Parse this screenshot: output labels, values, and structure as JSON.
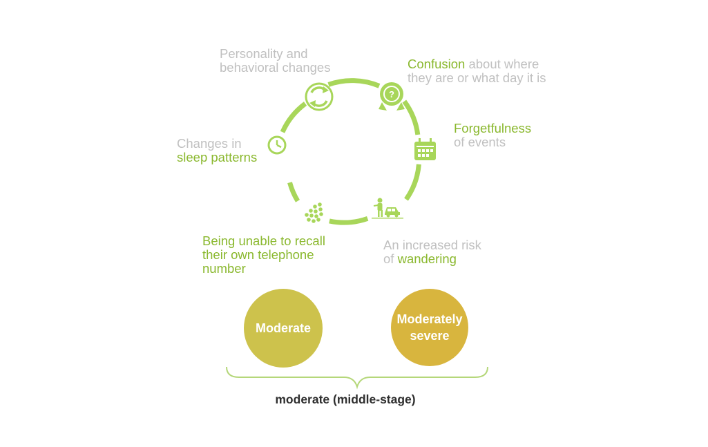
{
  "symptoms": {
    "personality": {
      "line1": "Personality and",
      "line2": "behavioral changes"
    },
    "confusion": {
      "highlight": "Confusion",
      "line1_rest": " about where",
      "line2": "they are or what day it is"
    },
    "forgetfulness": {
      "line1": "Forgetfulness",
      "line2": "of events"
    },
    "sleep": {
      "line1": "Changes in",
      "line2": "sleep patterns"
    },
    "telephone": {
      "line1": "Being unable to recall",
      "line2": "their own telephone",
      "line3": "number"
    },
    "wandering": {
      "line1": "An increased risk",
      "line2_prefix": "of ",
      "line2_highlight": "wandering"
    }
  },
  "icons": [
    "cycle-arrows-icon",
    "question-badge-icon",
    "calendar-icon",
    "person-car-icon",
    "dots-cluster-icon",
    "clock-moon-icon"
  ],
  "stages": {
    "moderate": "Moderate",
    "moderately_severe_line1": "Moderately",
    "moderately_severe_line2": "severe",
    "group_label": "moderate (middle-stage)"
  },
  "colors": {
    "ring_green": "#a8d65a",
    "text_green": "#8ab82e",
    "text_grey": "#c0c0c0",
    "moderate": "#cdc24c",
    "moderately_severe": "#d8b53e",
    "brace": "#b5d77a",
    "label": "#2e2e2e"
  }
}
